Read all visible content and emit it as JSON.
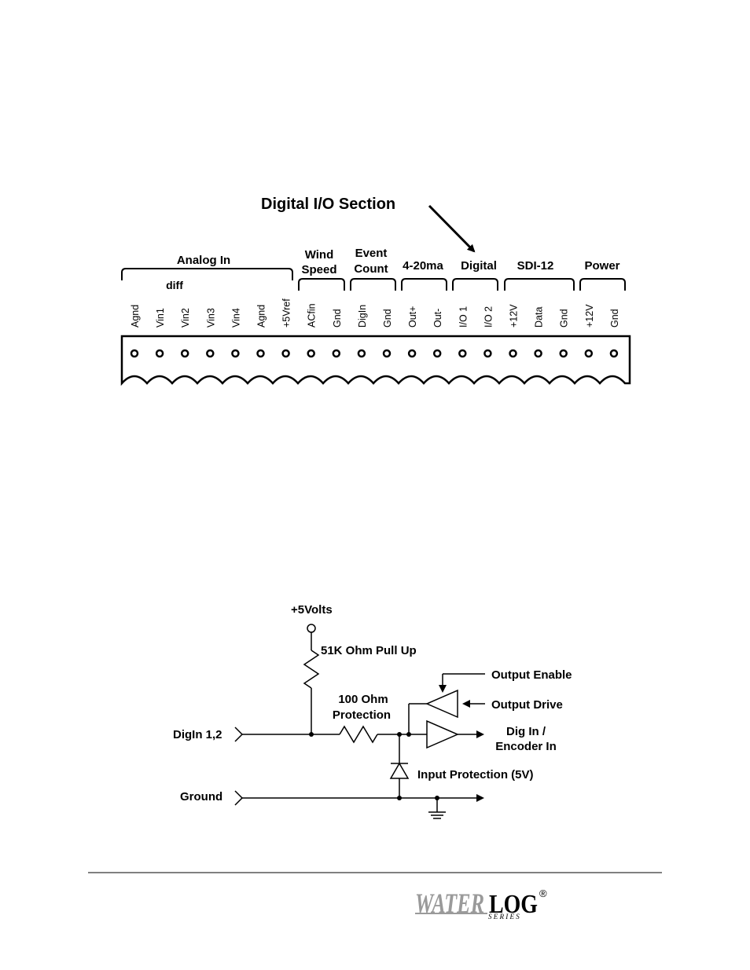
{
  "terminal_block": {
    "callout": "Digital I/O Section",
    "groups": [
      {
        "id": "analog",
        "lines": [
          "Analog In"
        ],
        "sub": "diff"
      },
      {
        "id": "wind",
        "lines": [
          "Wind",
          "Speed"
        ]
      },
      {
        "id": "event",
        "lines": [
          "Event",
          "Count"
        ]
      },
      {
        "id": "ma",
        "lines": [
          "4-20ma"
        ]
      },
      {
        "id": "digital",
        "lines": [
          "Digital"
        ]
      },
      {
        "id": "sdi",
        "lines": [
          "SDI-12"
        ]
      },
      {
        "id": "power",
        "lines": [
          "Power"
        ]
      }
    ],
    "pins": [
      "Agnd",
      "Vin1",
      "Vin2",
      "Vin3",
      "Vin4",
      "Agnd",
      "+5Vref",
      "ACfin",
      "Gnd",
      "DigIn",
      "Gnd",
      "Out+",
      "Out-",
      "I/O 1",
      "I/O 2",
      "+12V",
      "Data",
      "Gnd",
      "+12V",
      "Gnd"
    ]
  },
  "schematic": {
    "supply": "+5Volts",
    "pullup": "51K Ohm Pull Up",
    "protection_line1": "100 Ohm",
    "protection_line2": "Protection",
    "output_enable": "Output Enable",
    "output_drive": "Output Drive",
    "dig_in_line1": "Dig In /",
    "dig_in_line2": "Encoder In",
    "input_protection": "Input Protection (5V)",
    "digin": "DigIn 1,2",
    "ground": "Ground"
  },
  "footer": {
    "logo_word_1": "WATER",
    "logo_word_2": "LOG",
    "logo_series": "S E R I E S",
    "logo_mark": "®"
  }
}
